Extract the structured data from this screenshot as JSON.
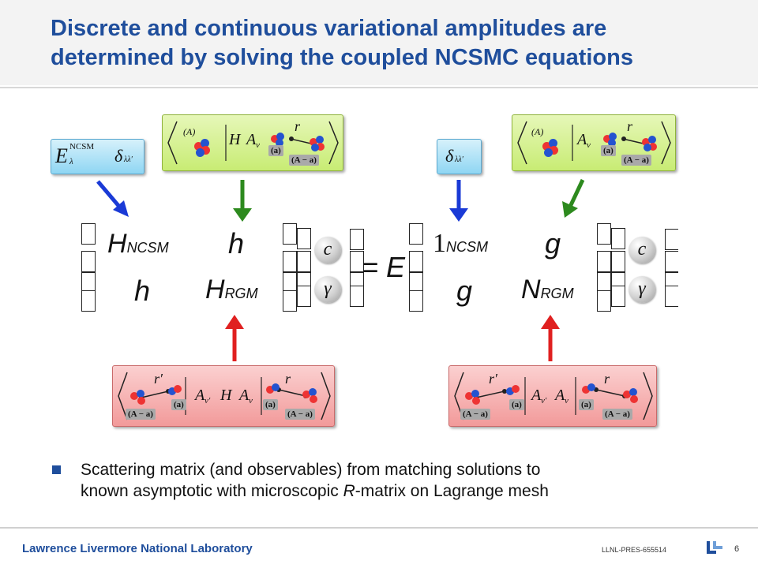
{
  "title": "Discrete and continuous variational amplitudes are determined by solving the coupled NCSMC equations",
  "bullet": {
    "line1": "Scattering matrix (and observables) from matching solutions to",
    "line2_pre": "known asymptotic with microscopic ",
    "line2_italic": "R",
    "line2_post": "-matrix on Lagrange mesh"
  },
  "footer": {
    "lab": "Lawrence Livermore National Laboratory",
    "code": "LLNL-PRES-655514",
    "page": "6"
  },
  "boxes": {
    "e_ncsm": {
      "E": "E",
      "sup": "NCSM",
      "sub": "λ",
      "delta": "δ",
      "delta_sub": "λλ′"
    },
    "delta_only": {
      "delta": "δ",
      "delta_sub": "λλ′"
    },
    "green1": {
      "A": "(A)",
      "H": "H",
      "Anu": "A",
      "nu": "ν",
      "r": "r",
      "a_tag": "(a)",
      "Aa_tag": "(A − a)"
    },
    "green2": {
      "A": "(A)",
      "Anu": "A",
      "nu": "ν",
      "r": "r",
      "a_tag": "(a)",
      "Aa_tag": "(A − a)"
    },
    "red1": {
      "rprime": "r′",
      "r": "r",
      "Anu1": "A",
      "nu1": "ν′",
      "H": "H",
      "Anu2": "A",
      "nu2": "ν",
      "a_tag": "(a)",
      "Aa_tag": "(A − a)"
    },
    "red2": {
      "rprime": "r′",
      "r": "r",
      "Anu1": "A",
      "nu1": "ν′",
      "Anu2": "A",
      "nu2": "ν",
      "a_tag": "(a)",
      "Aa_tag": "(A − a)"
    }
  },
  "equation": {
    "H_ncsm": "H",
    "H_ncsm_sub": "NCSM",
    "h1": "h",
    "h2": "h",
    "H_rgm": "H",
    "H_rgm_sub": "RGM",
    "c": "c",
    "gamma": "γ",
    "eq": "= E",
    "one": "1",
    "one_sub": "NCSM",
    "g1": "g",
    "g2": "g",
    "N_rgm": "N",
    "N_rgm_sub": "RGM"
  },
  "colors": {
    "title": "#1f4e9c",
    "blue_arrow": "#1a3ad6",
    "green_arrow": "#2d8a1e",
    "red_arrow": "#e02020",
    "bullet": "#1f4e9c"
  }
}
